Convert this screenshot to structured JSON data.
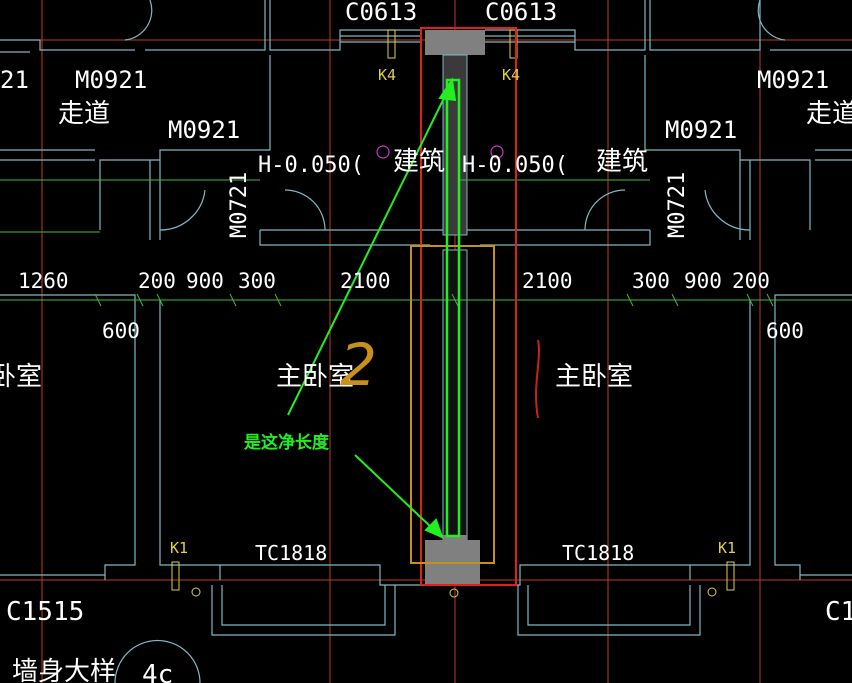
{
  "labels": {
    "window_top_left": "C0613",
    "window_top_right": "C0613",
    "column_k4_left": "K4",
    "column_k4_right": "K4",
    "door_far_left_partial": "21",
    "door_left_top": "M0921",
    "door_left_mid": "M0921",
    "door_right_top": "M0921",
    "door_right_mid": "M0921",
    "corridor_left": "走道",
    "corridor_right": "走道",
    "level_left": "H-0.050(",
    "level_right": "H-0.050(",
    "build_left": "建筑",
    "build_right": "建筑",
    "door_vertical_left": "M0721",
    "door_vertical_right": "M0721",
    "master_bedroom_left": "主卧室",
    "master_bedroom_right": "主卧室",
    "bedroom_far_left": "卧室",
    "bay_window_left": "TC1818",
    "bay_window_right": "TC1818",
    "column_k1_left": "K1",
    "column_k1_right": "K1",
    "window_bottom_left": "C1515",
    "window_bottom_right_partial": "C1",
    "wall_detail": "墙身大样",
    "axis_bubble": "4c",
    "annotation_text": "是这净长度",
    "handwritten_2": "2",
    "handwritten_1": "1"
  },
  "dimensions": {
    "d1260": "1260",
    "d200_l": "200",
    "d900_l": "900",
    "d300_l": "300",
    "d2100_l": "2100",
    "d2100_r": "2100",
    "d300_r": "300",
    "d900_r": "900",
    "d200_r": "200",
    "d600_l": "600",
    "d600_r": "600"
  },
  "colors": {
    "background": "#000000",
    "wall": "#7fb8c4",
    "text": "#ffffff",
    "axis": "#c0392b",
    "dim": "#3dbb3d",
    "label_yellow": "#e0d040",
    "column_fill": "#808080",
    "highlight_red": "#e02020",
    "highlight_orange": "#c8901a",
    "highlight_green": "#22ee22",
    "annotation_green": "#22ee22",
    "marker_magenta": "#cc33cc"
  }
}
